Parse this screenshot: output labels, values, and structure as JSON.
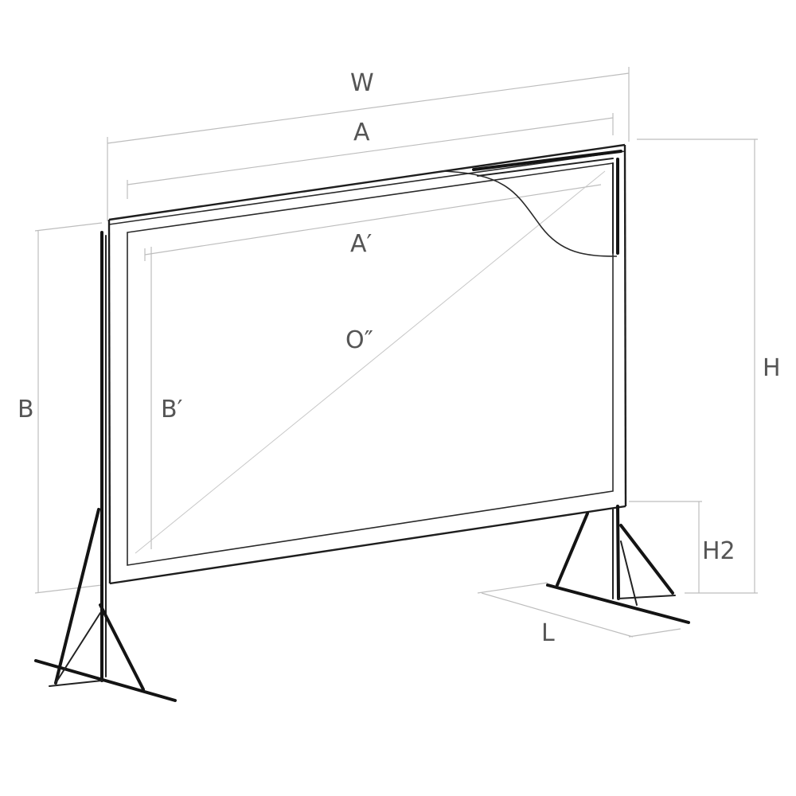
{
  "labels": {
    "w": "W",
    "a": "A",
    "a_prime": "A′",
    "o": "O″",
    "b": "B",
    "b_prime": "B′",
    "h": "H",
    "h2": "H2",
    "l": "L"
  }
}
